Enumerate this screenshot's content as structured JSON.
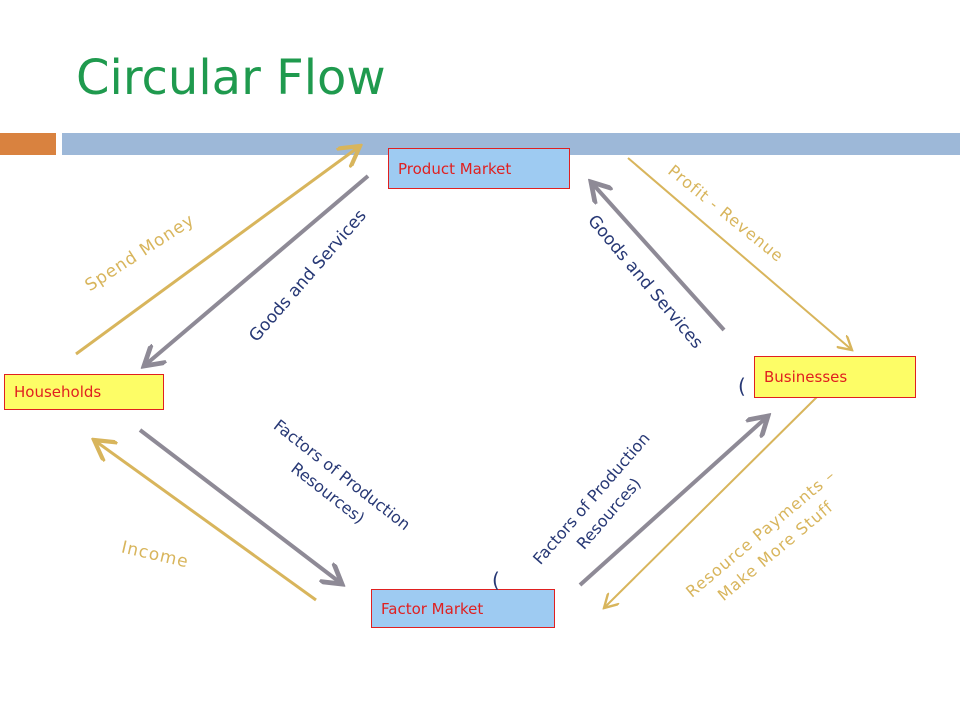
{
  "title": "Circular Flow",
  "nodes": {
    "product_market": "Product Market",
    "households": "Households",
    "businesses": "Businesses",
    "factor_market": "Factor Market"
  },
  "labels": {
    "spend_money": "Spend Money",
    "goods_services_left": "Goods and Services",
    "goods_services_right": "Goods and Services",
    "profit_revenue": "Profit - Revenue",
    "income": "Income",
    "factors_left_line1": "Factors of Production",
    "factors_left_line2": "Resources",
    "factors_right_line1": "Factors of Production",
    "factors_right_line2": "Resources",
    "resource_payments_line1": "Resource Payments –",
    "resource_payments_line2": "Make More Stuff"
  },
  "colors": {
    "title": "#1f9a4e",
    "money_flow": "#d8b55c",
    "goods_flow": "#8e8a96",
    "node_border": "#e02020",
    "market_fill": "#9ecbf2",
    "agent_fill": "#fdfd66",
    "label_navy": "#273875"
  }
}
